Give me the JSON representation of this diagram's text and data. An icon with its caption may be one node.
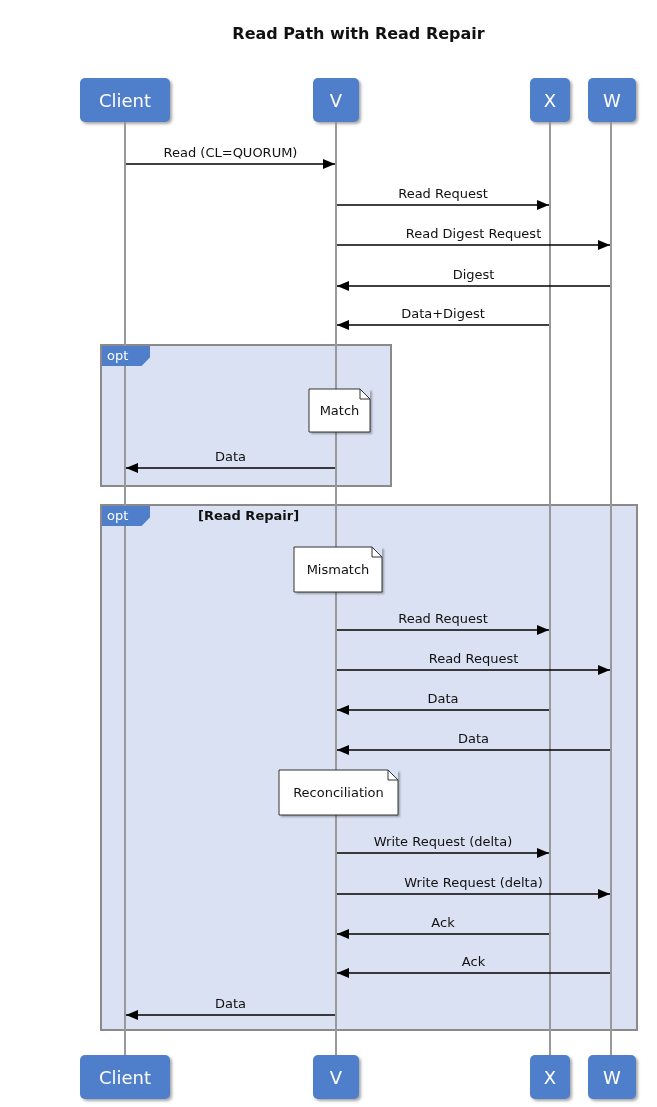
{
  "diagram": {
    "title": "Read Path with Read Repair",
    "nodes": [
      {
        "text": [
          "Client"
        ]
      },
      {
        "text": [
          "V"
        ]
      },
      {
        "text": [
          "X"
        ]
      },
      {
        "text": [
          "W"
        ]
      },
      {
        "text": [],
        "shape": "bar"
      },
      {
        "text": [],
        "shape": "bar"
      },
      {
        "text": [],
        "shape": "bar"
      },
      {
        "text": [],
        "shape": "bar"
      },
      {
        "text": [
          "opt"
        ]
      },
      {
        "text": [
          "Match"
        ],
        "in": 8
      },
      {
        "text": [
          "opt",
          "[Read Repair]"
        ]
      },
      {
        "text": [
          "Mismatch"
        ],
        "in": 10
      },
      {
        "text": [
          "Reconciliation"
        ],
        "in": 10
      },
      {
        "text": [
          "Client"
        ]
      },
      {
        "text": [
          "V"
        ]
      },
      {
        "text": [
          "X"
        ]
      },
      {
        "text": [
          "W"
        ]
      }
    ],
    "edges": [
      {
        "from": 4,
        "to": 5,
        "arrow": "to",
        "label": "Read (CL=QUORUM)"
      },
      {
        "from": 5,
        "to": 6,
        "arrow": "to",
        "label": "Read Request"
      },
      {
        "from": 5,
        "to": 7,
        "arrow": "to",
        "label": "Read Digest Request"
      },
      {
        "from": 7,
        "to": 5,
        "arrow": "to",
        "label": "Digest"
      },
      {
        "from": 6,
        "to": 5,
        "arrow": "to",
        "label": "Data+Digest"
      },
      {
        "from": 5,
        "to": 4,
        "arrow": "to",
        "label": "Data"
      },
      {
        "from": 5,
        "to": 6,
        "arrow": "to",
        "label": "Read Request"
      },
      {
        "from": 5,
        "to": 7,
        "arrow": "to",
        "label": "Read Request"
      },
      {
        "from": 6,
        "to": 5,
        "arrow": "to",
        "label": "Data"
      },
      {
        "from": 7,
        "to": 5,
        "arrow": "to",
        "label": "Data"
      },
      {
        "from": 5,
        "to": 6,
        "arrow": "to",
        "label": "Write Request (delta)"
      },
      {
        "from": 5,
        "to": 7,
        "arrow": "to",
        "label": "Write Request (delta)"
      },
      {
        "from": 6,
        "to": 5,
        "arrow": "to",
        "label": "Ack"
      },
      {
        "from": 7,
        "to": 5,
        "arrow": "to",
        "label": "Ack"
      },
      {
        "from": 5,
        "to": 4,
        "arrow": "to",
        "label": "Data"
      }
    ]
  }
}
